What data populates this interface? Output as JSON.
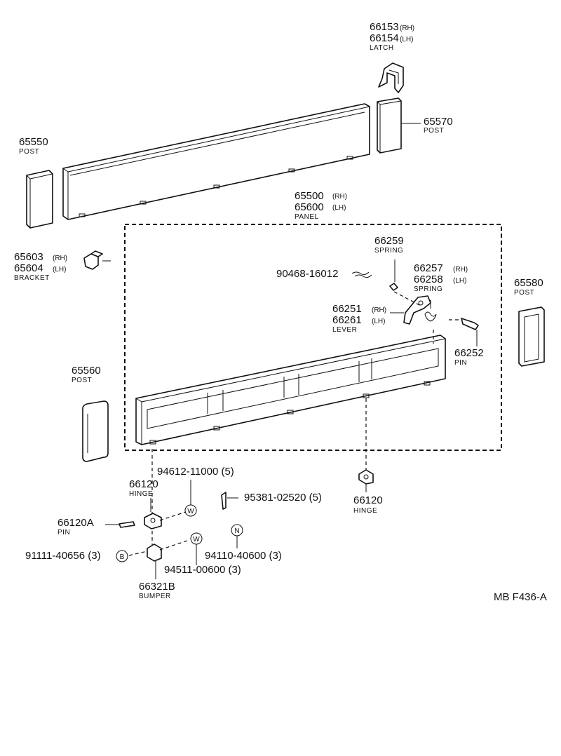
{
  "callouts": {
    "latch_rh": {
      "number": "66153",
      "side": "(RH)"
    },
    "latch_lh": {
      "number": "66154",
      "side": "(LH)",
      "name": "LATCH"
    },
    "post_65570": {
      "number": "65570",
      "name": "POST"
    },
    "post_65550": {
      "number": "65550",
      "name": "POST"
    },
    "panel_rh": {
      "number": "65500",
      "side": "(RH)"
    },
    "panel_lh": {
      "number": "65600",
      "side": "(LH)",
      "name": "PANEL"
    },
    "bracket_rh": {
      "number": "65603",
      "side": "(RH)"
    },
    "bracket_lh": {
      "number": "65604",
      "side": "(LH)",
      "name": "BRACKET"
    },
    "spring_66259": {
      "number": "66259",
      "name": "SPRING"
    },
    "pin_90468": {
      "number": "90468-16012"
    },
    "spring_rh": {
      "number": "66257",
      "side": "(RH)"
    },
    "spring_lh": {
      "number": "66258",
      "side": "(LH)",
      "name": "SPRING"
    },
    "post_65580": {
      "number": "65580",
      "name": "POST"
    },
    "lever_rh": {
      "number": "66251",
      "side": "(RH)"
    },
    "lever_lh": {
      "number": "66261",
      "side": "(LH)",
      "name": "LEVER"
    },
    "pin_66252": {
      "number": "66252",
      "name": "PIN"
    },
    "post_65560": {
      "number": "65560",
      "name": "POST"
    },
    "washer_94612": {
      "number": "94612-11000 (5)"
    },
    "hinge_left": {
      "number": "66120",
      "name": "HINGE"
    },
    "pin_95381": {
      "number": "95381-02520 (5)"
    },
    "hinge_right": {
      "number": "66120",
      "name": "HINGE"
    },
    "pin_66120a": {
      "number": "66120A",
      "name": "PIN"
    },
    "bolt_91111": {
      "number": "91111-40656 (3)"
    },
    "nut_94110": {
      "number": "94110-40600 (3)"
    },
    "washer_94511": {
      "number": "94511-00600 (3)"
    },
    "bumper": {
      "number": "66321B",
      "name": "BUMPER"
    }
  },
  "symbols": {
    "washer": "W",
    "nut": "N",
    "bolt": "B"
  },
  "footer": {
    "code": "MB  F436-A"
  }
}
